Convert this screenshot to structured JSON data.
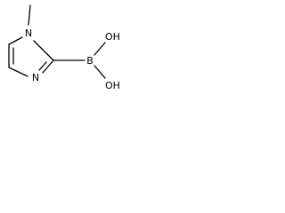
{
  "molecule": {
    "atoms": {
      "n_methyl": "N",
      "n_ring": "N",
      "boron": "B",
      "oh_top": "OH",
      "oh_bottom": "OH"
    }
  }
}
